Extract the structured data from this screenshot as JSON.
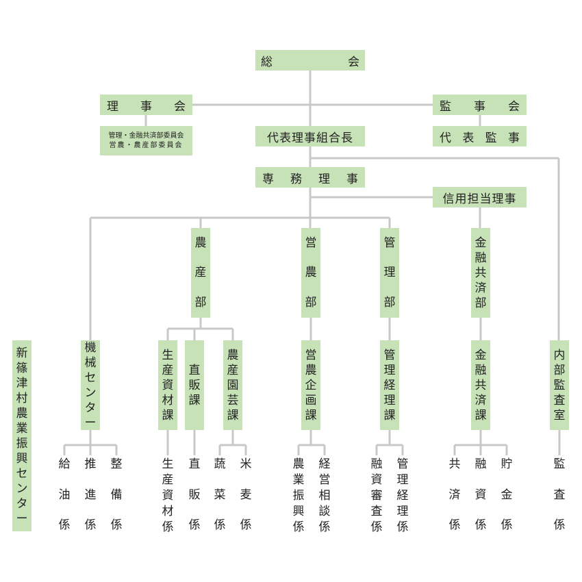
{
  "general_meeting": [
    "総",
    "会"
  ],
  "board": [
    "理",
    "事",
    "会"
  ],
  "committees": [
    "管理・金融共済部委員会",
    "営農・農産部委員会"
  ],
  "auditors": [
    "監",
    "事",
    "会"
  ],
  "representative_auditor": [
    "代",
    "表",
    "監",
    "事"
  ],
  "president": "代表理事組合長",
  "managing_director": [
    "専",
    "務",
    "理",
    "事"
  ],
  "credit_director": "信用担当理事",
  "departments": {
    "nosan": [
      "農",
      "産",
      "部"
    ],
    "einou": [
      "営",
      "農",
      "部"
    ],
    "kanri": [
      "管",
      "理",
      "部"
    ],
    "kinyu": "金融共済部"
  },
  "sections": {
    "shinshinotsu": "新篠津村農業振興センター",
    "kikai": "機械センター",
    "seisan": "生産資材課",
    "chokuhan": "直販課",
    "nousan_engei": "農産園芸課",
    "einou_kikaku": "営農企画課",
    "kanri_keiri": "管理経理課",
    "kinyu_kyosai": "金融共済課",
    "naibu_kansa": "内部監査室"
  },
  "units": {
    "kyuyu": [
      "給",
      "油",
      "係"
    ],
    "suishin": [
      "推",
      "進",
      "係"
    ],
    "seibi": [
      "整",
      "備",
      "係"
    ],
    "seisan_shizai": "生産資材係",
    "chokuhan": [
      "直",
      "販",
      "係"
    ],
    "sosai": [
      "蔬",
      "菜",
      "係"
    ],
    "beibaku": [
      "米",
      "麦",
      "係"
    ],
    "nogyo_shinko": "農業振興係",
    "keiei_sodan": "経営相談係",
    "yushi_shinsa": "融資審査係",
    "kanri_keiri": "管理経理係",
    "kyosai": [
      "共",
      "済",
      "係"
    ],
    "yushi": [
      "融",
      "資",
      "係"
    ],
    "chokin": [
      "貯",
      "金",
      "係"
    ],
    "kansa": [
      "監",
      "査",
      "係"
    ]
  },
  "colors": {
    "box_fill": "#c8e2b8",
    "line": "#c8c8c8",
    "text": "#222222"
  }
}
